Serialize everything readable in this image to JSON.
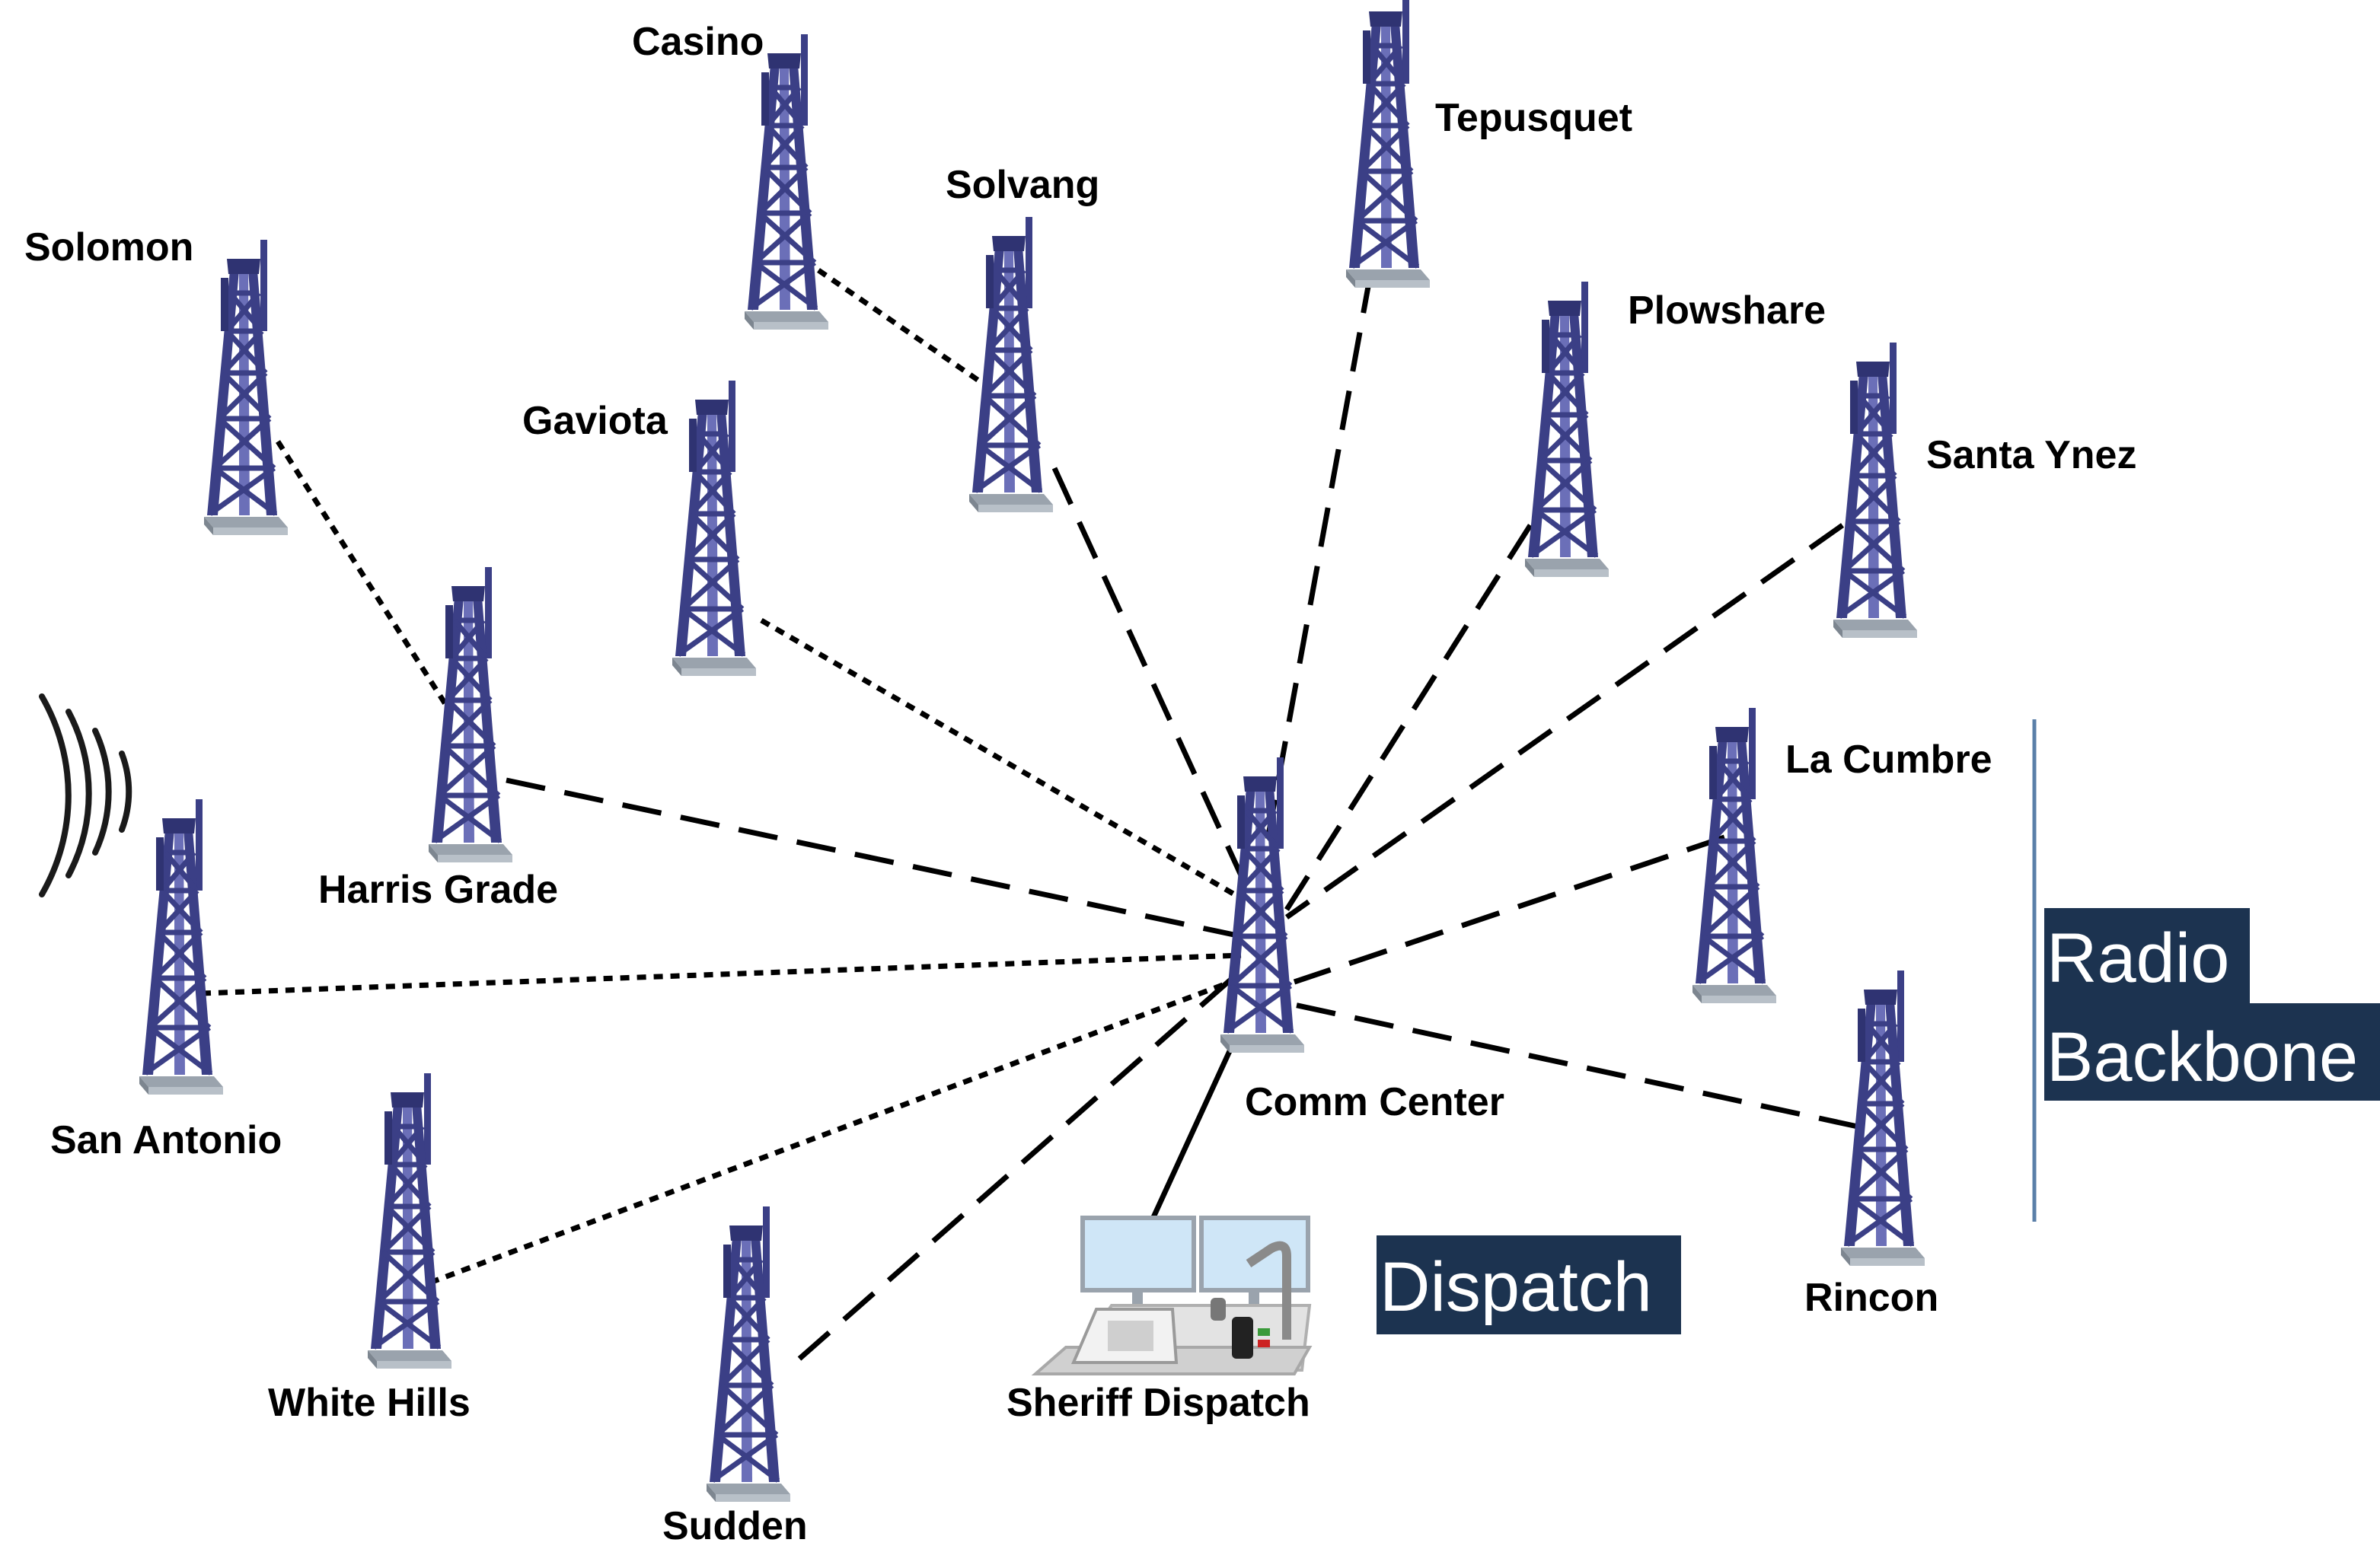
{
  "colors": {
    "tower": "#3b3f86",
    "tower_light": "#6b6fb8",
    "tower_base": "#9aa3ad",
    "link": "#000000",
    "label_box": "#1c3350",
    "label_text": "#ffffff",
    "bracket": "#5a7fa8",
    "monitor": "#cfe6f7",
    "console": "#d8d8d8"
  },
  "sites": {
    "casino": "Casino",
    "tepusquet": "Tepusquet",
    "solvang": "Solvang",
    "solomon": "Solomon",
    "plowshare": "Plowshare",
    "gaviota": "Gaviota",
    "santa_ynez": "Santa Ynez",
    "harris_grade": "Harris Grade",
    "la_cumbre": "La Cumbre",
    "san_antonio": "San Antonio",
    "comm_center": "Comm Center",
    "rincon": "Rincon",
    "white_hills": "White Hills",
    "sheriff_dispatch": "Sheriff Dispatch",
    "sudden": "Sudden"
  },
  "labels": {
    "radio_backbone_line1": "Radio",
    "radio_backbone_line2": "Backbone",
    "dispatch": "Dispatch"
  },
  "icons": {
    "tower": "radio-tower-icon",
    "signal": "radio-signal-icon",
    "console": "dispatch-console-icon"
  },
  "legend": {
    "dashed": "dashed-link",
    "dotted": "dotted-link",
    "solid": "solid-link"
  }
}
